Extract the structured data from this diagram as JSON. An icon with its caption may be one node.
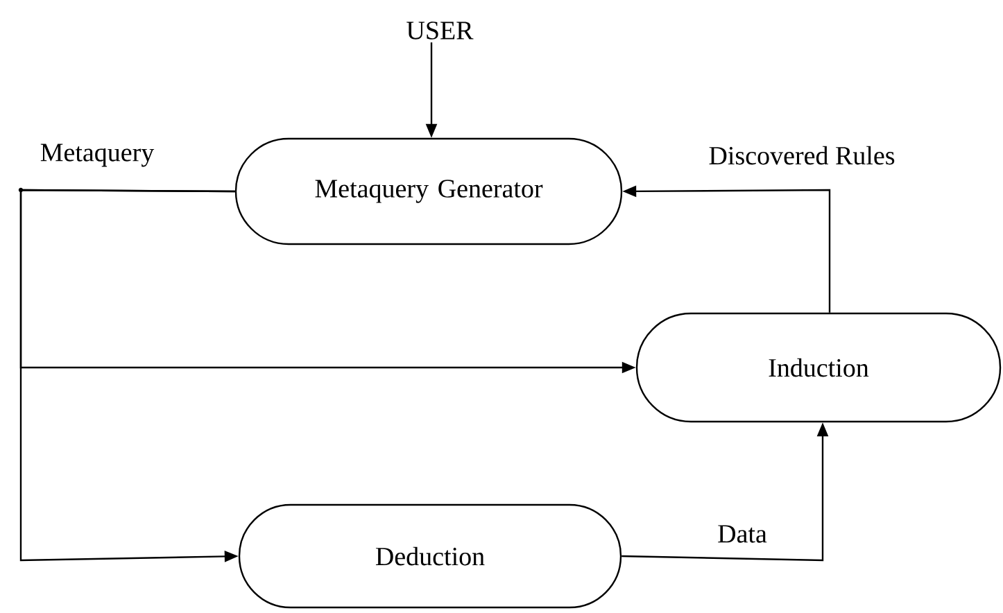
{
  "diagram": {
    "nodes": [
      {
        "text": [
          "USER"
        ]
      },
      {
        "text": [
          "Metaquery Generator"
        ]
      },
      {
        "text": [
          "Induction"
        ]
      },
      {
        "text": [
          "Deduction"
        ]
      }
    ],
    "edges": [
      {
        "from": 0,
        "to": 1,
        "arrow": "to"
      },
      {
        "from": 1,
        "to": 2,
        "arrow": "to",
        "label": "Metaquery"
      },
      {
        "from": 1,
        "to": 3,
        "arrow": "to"
      },
      {
        "from": 2,
        "to": 1,
        "arrow": "to",
        "label": "Discovered Rules"
      },
      {
        "from": 3,
        "to": 2,
        "arrow": "to",
        "label": "Data"
      }
    ]
  }
}
